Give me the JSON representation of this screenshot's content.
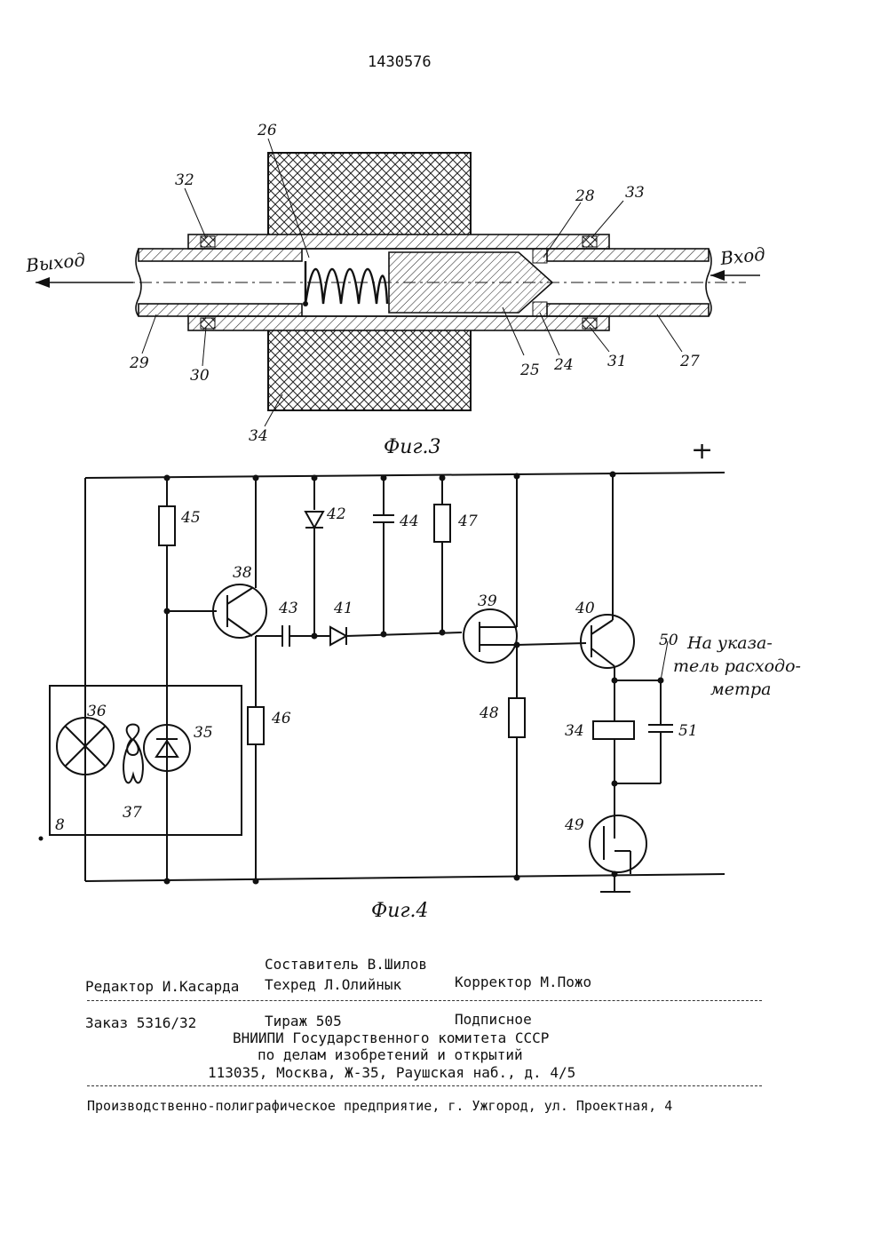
{
  "patent_number": "1430576",
  "fig3": {
    "caption": "Фиг.3",
    "outlet_label": "Выход",
    "inlet_label": "Вход",
    "labels": {
      "l26": "26",
      "l32": "32",
      "l28": "28",
      "l33": "33",
      "l29": "29",
      "l30": "30",
      "l25": "25",
      "l24": "24",
      "l31": "31",
      "l27": "27",
      "l34": "34"
    }
  },
  "fig4": {
    "caption": "Фиг.4",
    "plus_sign": "+",
    "indicator_label_line1": "На указа-",
    "indicator_label_line2": "тель расходо-",
    "indicator_label_line3": "метра",
    "labels": {
      "l45": "45",
      "l42": "42",
      "l44": "44",
      "l47": "47",
      "l38": "38",
      "l43": "43",
      "l41": "41",
      "l39": "39",
      "l40": "40",
      "l50": "50",
      "l36": "36",
      "l35": "35",
      "l37": "37",
      "l46": "46",
      "l48": "48",
      "l34": "34",
      "l51": "51",
      "l8": "8",
      "l49": "49"
    }
  },
  "colophon": {
    "compiler": "Составитель В.Шилов",
    "editor": "Редактор И.Касарда",
    "techred": "Техред Л.Олийнык",
    "corrector": "Корректор М.Пожо",
    "order": "Заказ 5316/32",
    "circulation": "Тираж 505",
    "subscription": "Подписное",
    "org_line1": "ВНИИПИ Государственного комитета СССР",
    "org_line2": "по делам изобретений и открытий",
    "address": "113035, Москва, Ж-35, Раушская наб., д. 4/5",
    "printer": "Производственно-полиграфическое предприятие, г. Ужгород, ул. Проектная, 4"
  }
}
